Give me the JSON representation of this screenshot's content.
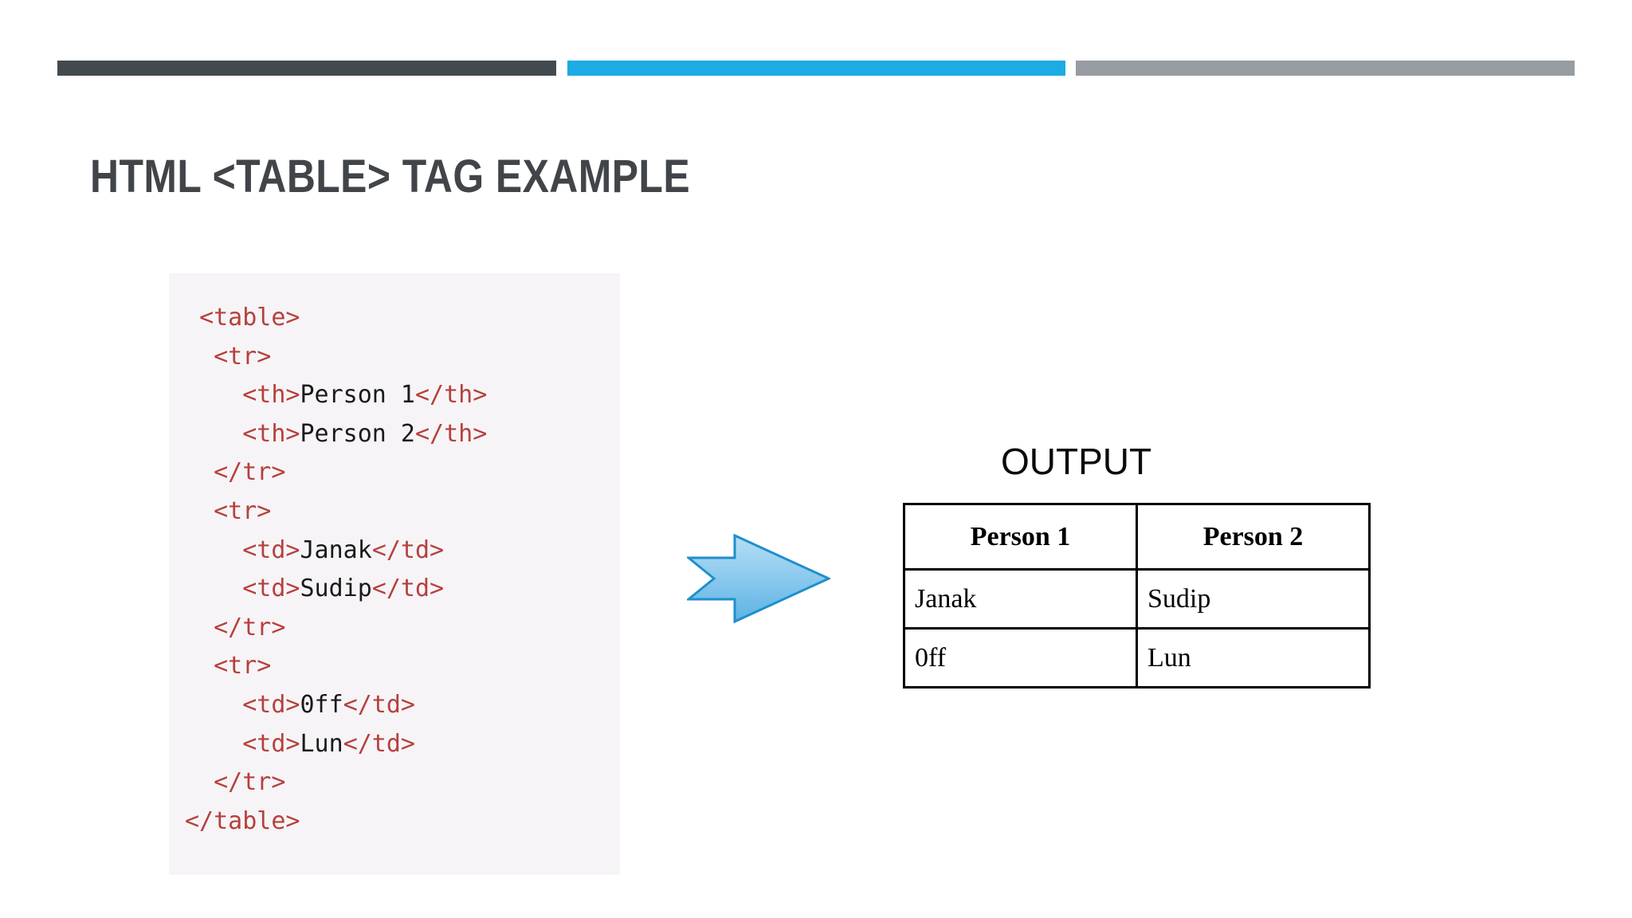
{
  "slide": {
    "title": "HTML <TABLE> TAG EXAMPLE",
    "accent_colors": {
      "dark": "#434a4f",
      "blue": "#1cabe2",
      "gray": "#969ca1"
    }
  },
  "code_panel": {
    "background": "#f6f4f7",
    "tag_color": "#b6403c",
    "text_color": "#1a1a1a",
    "lines": [
      {
        "indent": 1,
        "parts": [
          {
            "kind": "tag",
            "text": "<table>"
          }
        ]
      },
      {
        "indent": 2,
        "parts": [
          {
            "kind": "tag",
            "text": "<tr>"
          }
        ]
      },
      {
        "indent": 4,
        "parts": [
          {
            "kind": "tag",
            "text": "<th>"
          },
          {
            "kind": "txt",
            "text": "Person 1"
          },
          {
            "kind": "tag",
            "text": "</th>"
          }
        ]
      },
      {
        "indent": 4,
        "parts": [
          {
            "kind": "tag",
            "text": "<th>"
          },
          {
            "kind": "txt",
            "text": "Person 2"
          },
          {
            "kind": "tag",
            "text": "</th>"
          }
        ]
      },
      {
        "indent": 2,
        "parts": [
          {
            "kind": "tag",
            "text": "</tr>"
          }
        ]
      },
      {
        "indent": 2,
        "parts": [
          {
            "kind": "tag",
            "text": "<tr>"
          }
        ]
      },
      {
        "indent": 4,
        "parts": [
          {
            "kind": "tag",
            "text": "<td>"
          },
          {
            "kind": "txt",
            "text": "Janak"
          },
          {
            "kind": "tag",
            "text": "</td>"
          }
        ]
      },
      {
        "indent": 4,
        "parts": [
          {
            "kind": "tag",
            "text": "<td>"
          },
          {
            "kind": "txt",
            "text": "Sudip"
          },
          {
            "kind": "tag",
            "text": "</td>"
          }
        ]
      },
      {
        "indent": 2,
        "parts": [
          {
            "kind": "tag",
            "text": "</tr>"
          }
        ]
      },
      {
        "indent": 2,
        "parts": [
          {
            "kind": "tag",
            "text": "<tr>"
          }
        ]
      },
      {
        "indent": 4,
        "parts": [
          {
            "kind": "tag",
            "text": "<td>"
          },
          {
            "kind": "txt",
            "text": "0ff"
          },
          {
            "kind": "tag",
            "text": "</td>"
          }
        ]
      },
      {
        "indent": 4,
        "parts": [
          {
            "kind": "tag",
            "text": "<td>"
          },
          {
            "kind": "txt",
            "text": "Lun"
          },
          {
            "kind": "tag",
            "text": "</td>"
          }
        ]
      },
      {
        "indent": 2,
        "parts": [
          {
            "kind": "tag",
            "text": "</tr>"
          }
        ]
      },
      {
        "indent": 0,
        "parts": [
          {
            "kind": "tag",
            "text": "</table>"
          }
        ]
      }
    ]
  },
  "arrow": {
    "name": "right-arrow-icon",
    "fill_light": "#a8d9f2",
    "fill_dark": "#5cb3e4",
    "stroke": "#1f8fcc"
  },
  "output": {
    "label": "OUTPUT",
    "table": {
      "headers": [
        "Person 1",
        "Person 2"
      ],
      "rows": [
        [
          "Janak",
          "Sudip"
        ],
        [
          "0ff",
          "Lun"
        ]
      ]
    }
  }
}
